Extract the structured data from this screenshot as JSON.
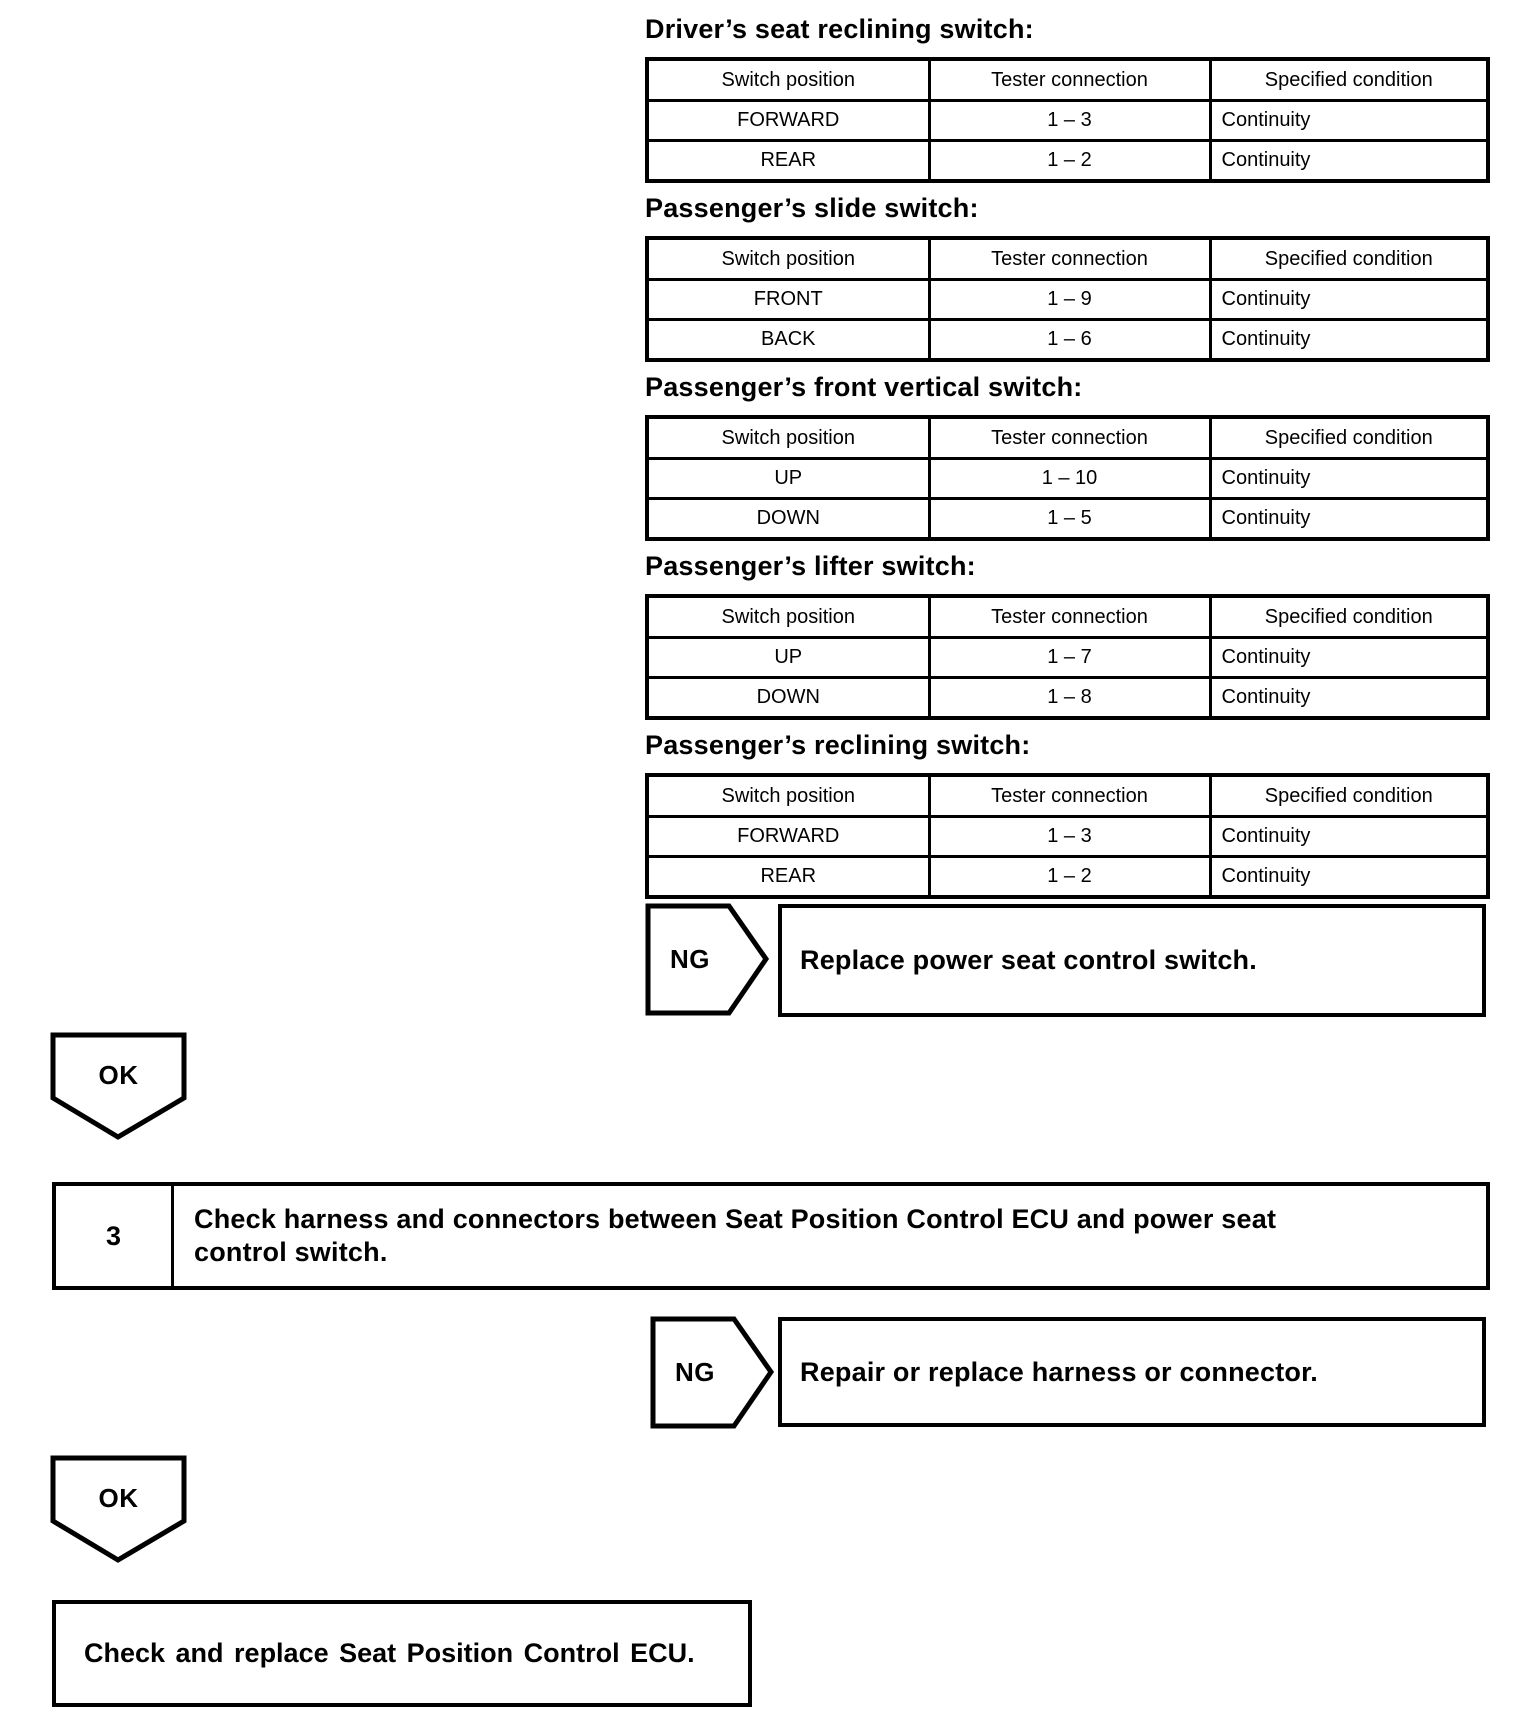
{
  "colors": {
    "ink": "#000000",
    "paper": "#ffffff"
  },
  "tables": [
    {
      "title": "Driver’s seat reclining switch:",
      "headers": [
        "Switch position",
        "Tester connection",
        "Specified condition"
      ],
      "rows": [
        [
          "FORWARD",
          "1 – 3",
          "Continuity"
        ],
        [
          "REAR",
          "1 – 2",
          "Continuity"
        ]
      ]
    },
    {
      "title": "Passenger’s slide switch:",
      "headers": [
        "Switch position",
        "Tester connection",
        "Specified condition"
      ],
      "rows": [
        [
          "FRONT",
          "1 – 9",
          "Continuity"
        ],
        [
          "BACK",
          "1 – 6",
          "Continuity"
        ]
      ]
    },
    {
      "title": "Passenger’s front vertical switch:",
      "headers": [
        "Switch position",
        "Tester connection",
        "Specified condition"
      ],
      "rows": [
        [
          "UP",
          "1 – 10",
          "Continuity"
        ],
        [
          "DOWN",
          "1 – 5",
          "Continuity"
        ]
      ]
    },
    {
      "title": "Passenger’s lifter switch:",
      "headers": [
        "Switch position",
        "Tester connection",
        "Specified condition"
      ],
      "rows": [
        [
          "UP",
          "1 – 7",
          "Continuity"
        ],
        [
          "DOWN",
          "1 – 8",
          "Continuity"
        ]
      ]
    },
    {
      "title": "Passenger’s reclining switch:",
      "headers": [
        "Switch position",
        "Tester connection",
        "Specified condition"
      ],
      "rows": [
        [
          "FORWARD",
          "1 – 3",
          "Continuity"
        ],
        [
          "REAR",
          "1 – 2",
          "Continuity"
        ]
      ]
    }
  ],
  "flow": {
    "ng1": {
      "label": "NG",
      "action": "Replace power seat control switch."
    },
    "ok1": {
      "label": "OK"
    },
    "step": {
      "number": "3",
      "text": "Check harness and connectors between Seat Position Control ECU and power seat control switch."
    },
    "ng2": {
      "label": "NG",
      "action": "Repair or replace harness or connector."
    },
    "ok2": {
      "label": "OK"
    },
    "final": {
      "text": "Check and replace Seat Position Control ECU."
    }
  }
}
